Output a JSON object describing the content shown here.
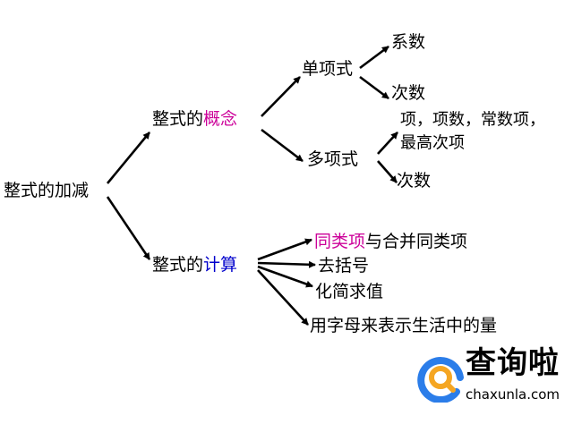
{
  "root": "整式的加减",
  "concept": {
    "prefix": "整式的",
    "highlight": "概念",
    "highlight_color": "#cc0099"
  },
  "calc": {
    "prefix": "整式的",
    "highlight": "计算",
    "highlight_color": "#0000cc"
  },
  "monomial": {
    "label": "单项式",
    "children": [
      "系数",
      "次数"
    ]
  },
  "polynomial": {
    "label": "多项式",
    "children_line1": "项，项数，常数项，",
    "children_line2": "最高次项",
    "degree": "次数"
  },
  "calc_items": {
    "like_terms_highlight": "同类项",
    "like_terms_rest": "与合并同类项",
    "brackets": "去括号",
    "simplify": "化简求值",
    "letters": "用字母来表示生活中的量"
  },
  "watermark": {
    "name": "查询啦",
    "url": "chaxunla.com"
  }
}
